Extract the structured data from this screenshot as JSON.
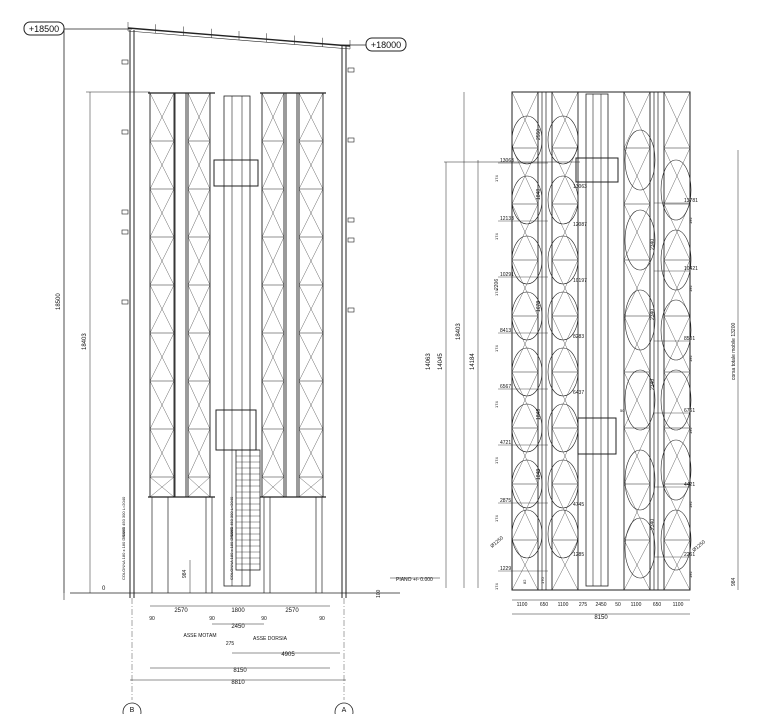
{
  "elevations": {
    "left": "+18500",
    "right": "+18000"
  },
  "left_view": {
    "vertical_dims": [
      "18500",
      "18403",
      "984",
      "100"
    ],
    "bottom_dims_row1": [
      "2570",
      "1800",
      "2570"
    ],
    "bottom_small": [
      "90",
      "90",
      "90",
      "90"
    ],
    "dim_2450": "2450",
    "dim_275": "275",
    "axis_front": "ASSE MOTAM",
    "axis_back": "ASSE DORSIA",
    "dim_4905": "4905",
    "dim_8150": "8150",
    "dim_8810": "8810",
    "zero_label": "0",
    "floor_label": "PIANO +/- 0.000",
    "grid_marks": [
      "B",
      "A"
    ],
    "column_notes": [
      "TRAVE 450 300 L=2040",
      "COLONNA 180 x 180 L=2050",
      "TRAVE 450 300 L=2040",
      "COLONNA 180 x 180 L=2050"
    ]
  },
  "right_view": {
    "vertical_dims_left": [
      "14063",
      "14045",
      "14184",
      "18403"
    ],
    "vertical_dim_right_far": "corsa totale mobile 13200",
    "vertical_dim_right_bottom": "984",
    "level_labels_left": [
      "13063",
      "12133",
      "10291",
      "8413",
      "6567",
      "4721",
      "2875",
      "1229"
    ],
    "level_labels_mid": [
      "13063",
      "12087",
      "10197",
      "8283",
      "6437",
      "4745",
      "1285"
    ],
    "level_labels_right": [
      "13781",
      "10421",
      "8501",
      "6761",
      "4421",
      "2261"
    ],
    "small_174": "174",
    "pitch_1848": "1848",
    "pitch_1678": "1678",
    "pitch_2550": "2550",
    "pitch_2206": "2206",
    "pitch_2340": "2340",
    "pitch_192": "192",
    "small_170": "170",
    "small_82": "82",
    "small_50": "50",
    "bottom_dims": [
      "1100",
      "650",
      "1100",
      "275",
      "2450",
      "50",
      "1100",
      "650",
      "1100"
    ],
    "total": "8150",
    "dia_left": "Ø1250",
    "dia_right": "Ø1250"
  }
}
